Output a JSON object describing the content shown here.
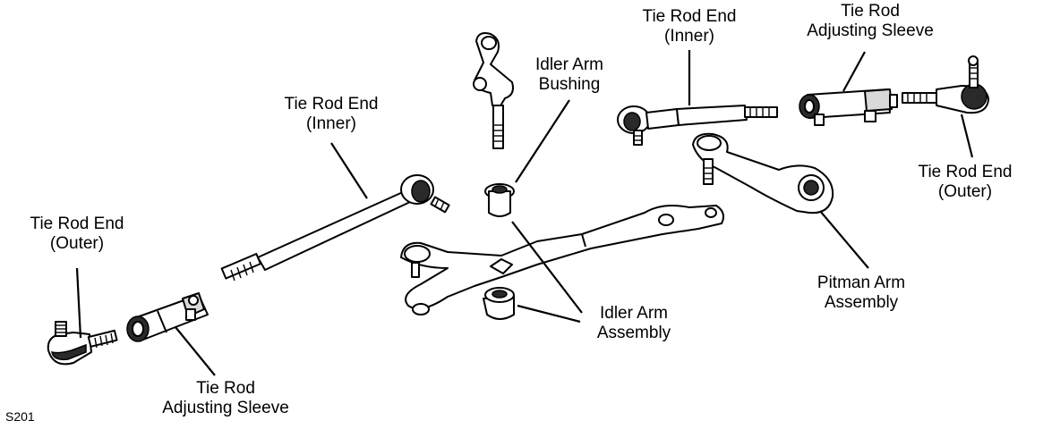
{
  "diagram_code": "S201",
  "labels": {
    "tie_rod_end_outer_left": [
      "Tie Rod End",
      "(Outer)"
    ],
    "tie_rod_adjusting_sleeve_left": [
      "Tie Rod",
      "Adjusting Sleeve"
    ],
    "tie_rod_end_inner_center": [
      "Tie Rod End",
      "(Inner)"
    ],
    "idler_arm_bushing": [
      "Idler Arm",
      "Bushing"
    ],
    "idler_arm_assembly": [
      "Idler Arm",
      "Assembly"
    ],
    "tie_rod_end_inner_top": [
      "Tie Rod End",
      "(Inner)"
    ],
    "tie_rod_adjusting_sleeve_top": [
      "Tie Rod",
      "Adjusting Sleeve"
    ],
    "tie_rod_end_outer_right": [
      "Tie Rod End",
      "(Outer)"
    ],
    "pitman_arm_assembly": [
      "Pitman Arm",
      "Assembly"
    ]
  }
}
